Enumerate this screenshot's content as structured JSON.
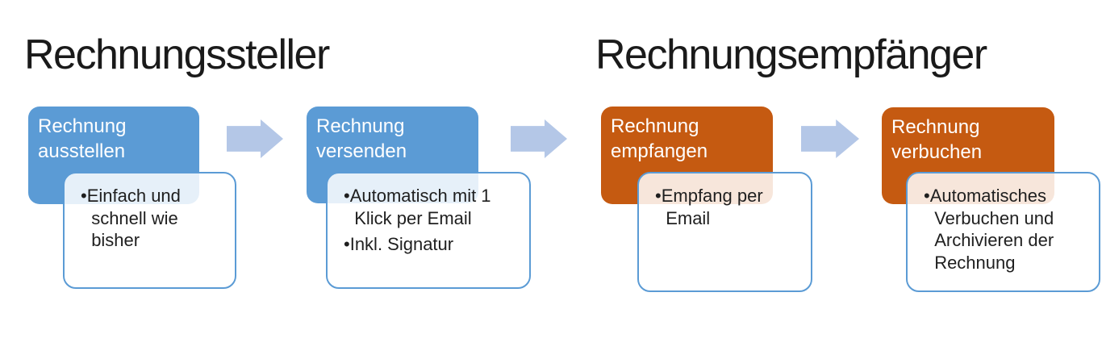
{
  "diagram": {
    "bullet_char": "•",
    "headings": [
      {
        "text": "Rechnungssteller"
      },
      {
        "text": "Rechnungsempfänger"
      }
    ],
    "steps": [
      {
        "title": "Rechnung ausstellen",
        "accent": "#5B9BD5",
        "bullets": [
          "Einfach und schnell wie bisher"
        ]
      },
      {
        "title": "Rechnung versenden",
        "accent": "#5B9BD5",
        "bullets": [
          "Automatisch mit 1 Klick per Email",
          "Inkl. Signatur"
        ]
      },
      {
        "title": "Rechnung empfangen",
        "accent": "#C55A11",
        "bullets": [
          "Empfang per Email"
        ]
      },
      {
        "title": "Rechnung verbuchen",
        "accent": "#C55A11",
        "bullets": [
          "Automatisches Verbuchen und Archivieren der Rechnung"
        ]
      }
    ],
    "colors": {
      "step_blue": "#5B9BD5",
      "step_orange": "#C55A11",
      "arrow": "#B4C7E7",
      "detail_border": "#5B9BD5",
      "heading_text": "#1A1A1A",
      "bullet_text": "#1F1F1F"
    }
  }
}
